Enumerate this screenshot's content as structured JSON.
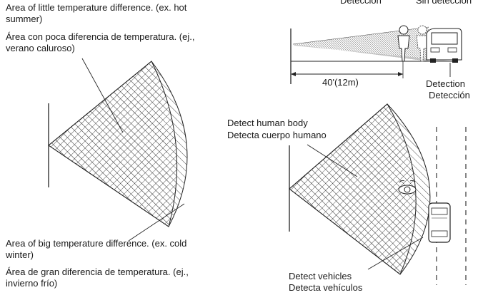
{
  "left_diagram": {
    "little_diff_en_1": "Area of little temperature difference. (ex. hot",
    "little_diff_en_2": "summer)",
    "little_diff_es_1": "Área con poca diferencia de temperatura. (ej.,",
    "little_diff_es_2": "verano caluroso)",
    "big_diff_en_1": "Area of big temperature difference. (ex. cold",
    "big_diff_en_2": "winter)",
    "big_diff_es_1": "Área de gran diferencia de temperatura. (ej.,",
    "big_diff_es_2": "invierno frío)"
  },
  "side_view": {
    "detection_top": "Detección",
    "no_detection_top": "Sin detección",
    "distance": "40'(12m)",
    "detection_en": "Detection",
    "detection_es": "Detección"
  },
  "right_diagram": {
    "human_en": "Detect human body",
    "human_es": "Detecta cuerpo humano",
    "vehicles_en": "Detect vehicles",
    "vehicles_es": "Detecta vehículos"
  }
}
